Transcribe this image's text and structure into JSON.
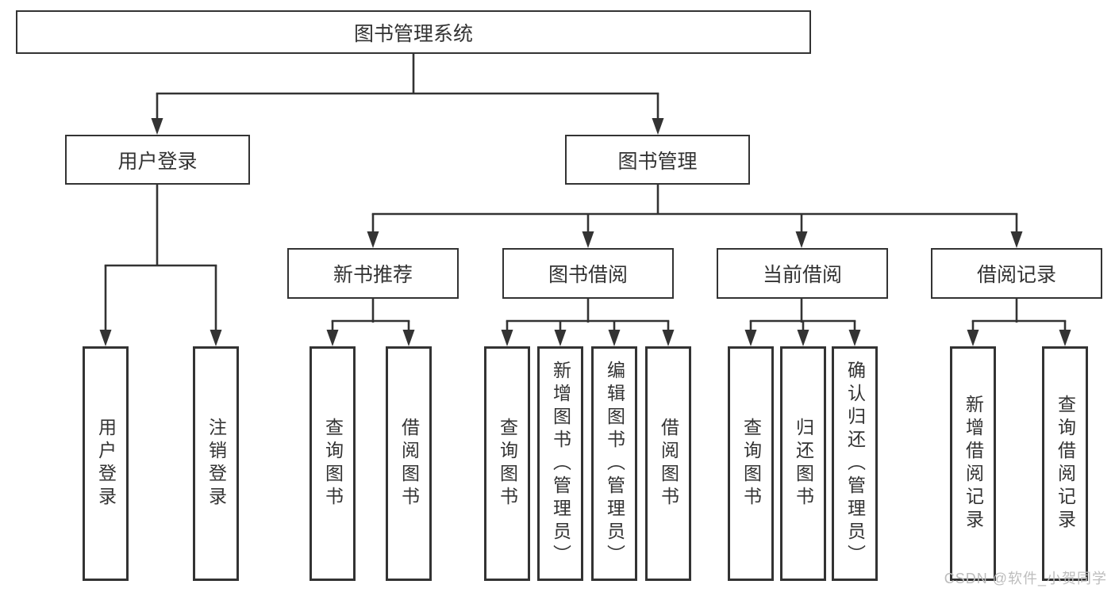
{
  "diagram": {
    "root": {
      "label": "图书管理系统"
    },
    "level2": [
      {
        "label": "用户登录",
        "parent": "图书管理系统"
      },
      {
        "label": "图书管理",
        "parent": "图书管理系统"
      }
    ],
    "level3": [
      {
        "label": "新书推荐",
        "parent": "图书管理"
      },
      {
        "label": "图书借阅",
        "parent": "图书管理"
      },
      {
        "label": "当前借阅",
        "parent": "图书管理"
      },
      {
        "label": "借阅记录",
        "parent": "图书管理"
      }
    ],
    "leaves": [
      {
        "label": "用户登录",
        "parent": "用户登录"
      },
      {
        "label": "注销登录",
        "parent": "用户登录"
      },
      {
        "label": "查询图书",
        "parent": "新书推荐"
      },
      {
        "label": "借阅图书",
        "parent": "新书推荐"
      },
      {
        "label": "查询图书",
        "parent": "图书借阅"
      },
      {
        "label": "新增图书（管理员）",
        "parent": "图书借阅"
      },
      {
        "label": "编辑图书（管理员）",
        "parent": "图书借阅"
      },
      {
        "label": "借阅图书",
        "parent": "图书借阅"
      },
      {
        "label": "查询图书",
        "parent": "当前借阅"
      },
      {
        "label": "归还图书",
        "parent": "当前借阅"
      },
      {
        "label": "确认归还（管理员）",
        "parent": "当前借阅"
      },
      {
        "label": "新增借阅记录",
        "parent": "借阅记录"
      },
      {
        "label": "查询借阅记录",
        "parent": "借阅记录"
      }
    ],
    "colors": {
      "line": "#333333",
      "border": "#333333",
      "text": "#333333",
      "background": "#ffffff",
      "watermark": "#bdbdbd"
    }
  },
  "watermark": {
    "text": "CSDN @软件_小贺同学"
  }
}
